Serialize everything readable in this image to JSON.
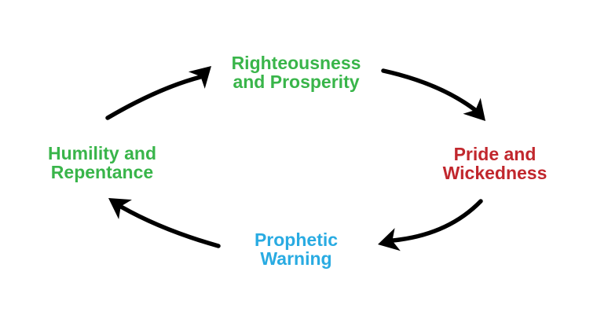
{
  "diagram": {
    "kind": "cycle",
    "background_color": "#ffffff",
    "arrow_color": "#000000",
    "nodes": [
      {
        "id": "righteousness-and-prosperity",
        "position": "top",
        "color": "#39B54A",
        "lines": [
          "Righteousness",
          "and Prosperity"
        ]
      },
      {
        "id": "pride-and-wickedness",
        "position": "right",
        "color": "#C1272D",
        "lines": [
          "Pride and",
          "Wickedness"
        ]
      },
      {
        "id": "prophetic-warning",
        "position": "bottom",
        "color": "#29ABE2",
        "lines": [
          "Prophetic",
          "Warning"
        ]
      },
      {
        "id": "humility-and-repentance",
        "position": "left",
        "color": "#39B54A",
        "lines": [
          "Humility and",
          "Repentance"
        ]
      }
    ],
    "edges": [
      {
        "from": "humility-and-repentance",
        "to": "righteousness-and-prosperity"
      },
      {
        "from": "righteousness-and-prosperity",
        "to": "pride-and-wickedness"
      },
      {
        "from": "pride-and-wickedness",
        "to": "prophetic-warning"
      },
      {
        "from": "prophetic-warning",
        "to": "humility-and-repentance"
      }
    ]
  }
}
